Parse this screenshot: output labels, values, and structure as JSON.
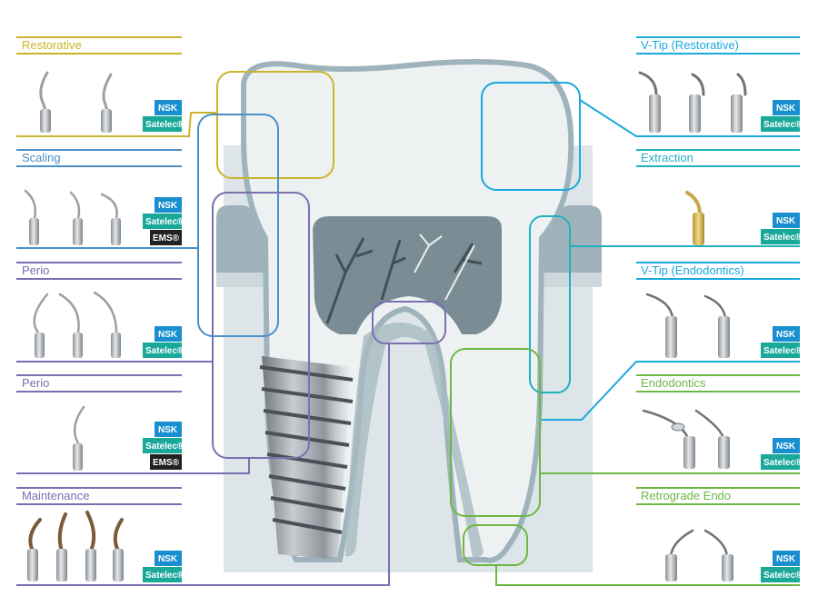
{
  "categories": [
    {
      "id": "restorative",
      "label": "Restorative",
      "color": "#c9b62c",
      "brands": [
        "NSK",
        "Satelec®"
      ],
      "tips": 2
    },
    {
      "id": "scaling",
      "label": "Scaling",
      "color": "#4a8fc8",
      "brands": [
        "NSK",
        "Satelec®",
        "EMS®"
      ],
      "tips": 3
    },
    {
      "id": "perio-1",
      "label": "Perio",
      "color": "#7b6fb0",
      "brands": [
        "NSK",
        "Satelec®"
      ],
      "tips": 3
    },
    {
      "id": "perio-2",
      "label": "Perio",
      "color": "#7b6fb0",
      "brands": [
        "NSK",
        "Satelec®",
        "EMS®"
      ],
      "tips": 1
    },
    {
      "id": "maintenance",
      "label": "Maintenance",
      "color": "#7b6fb0",
      "brands": [
        "NSK",
        "Satelec®"
      ],
      "tips": 4
    },
    {
      "id": "v-tip-restorative",
      "label": "V-Tip (Restorative)",
      "color": "#1aa9dc",
      "brands": [
        "NSK",
        "Satelec®"
      ],
      "tips": 3
    },
    {
      "id": "extraction",
      "label": "Extraction",
      "color": "#1fb2bf",
      "brands": [
        "NSK",
        "Satelec®"
      ],
      "tips": 1
    },
    {
      "id": "v-tip-endodontics",
      "label": "V-Tip (Endodontics)",
      "color": "#1aa9dc",
      "brands": [
        "NSK",
        "Satelec®"
      ],
      "tips": 2
    },
    {
      "id": "endodontics",
      "label": "Endodontics",
      "color": "#6db844",
      "brands": [
        "NSK",
        "Satelec®"
      ],
      "tips": 2
    },
    {
      "id": "retrograde-endo",
      "label": "Retrograde Endo",
      "color": "#6db844",
      "brands": [
        "NSK",
        "Satelec®"
      ],
      "tips": 2
    }
  ],
  "brand_colors": {
    "NSK": "#1a8fd0",
    "Satelec®": "#1aa89a",
    "EMS®": "#222222"
  }
}
